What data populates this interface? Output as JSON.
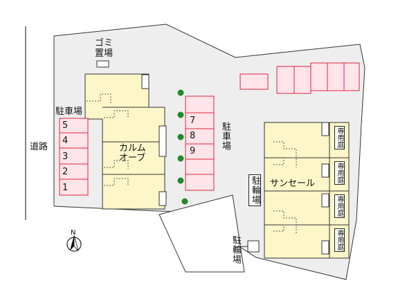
{
  "road_label": "道路",
  "garbage_label": [
    "ゴミ",
    "置場"
  ],
  "parking_left": {
    "label": "駐車場",
    "spaces": [
      "5",
      "4",
      "3",
      "2",
      "1"
    ]
  },
  "parking_mid": {
    "label": "駐車場",
    "spaces": [
      "7",
      "8",
      "9",
      "",
      ""
    ]
  },
  "building_left": {
    "name": [
      "カルム",
      "オーブ"
    ]
  },
  "building_right": {
    "name": "サンセール"
  },
  "bicycle_mid": "駐輪場",
  "bicycle_bottom": "駐輪場",
  "private_garden": [
    "専用庭",
    "専用庭",
    "専用庭",
    "専用庭"
  ],
  "north_label": "N",
  "colors": {
    "site": "#eeeeee",
    "building": "#fcf6c8",
    "parking_fill": "#ffe4ea",
    "parking_stroke": "#d8263e",
    "tree": "#1f8a2b",
    "outline": "#333333"
  }
}
